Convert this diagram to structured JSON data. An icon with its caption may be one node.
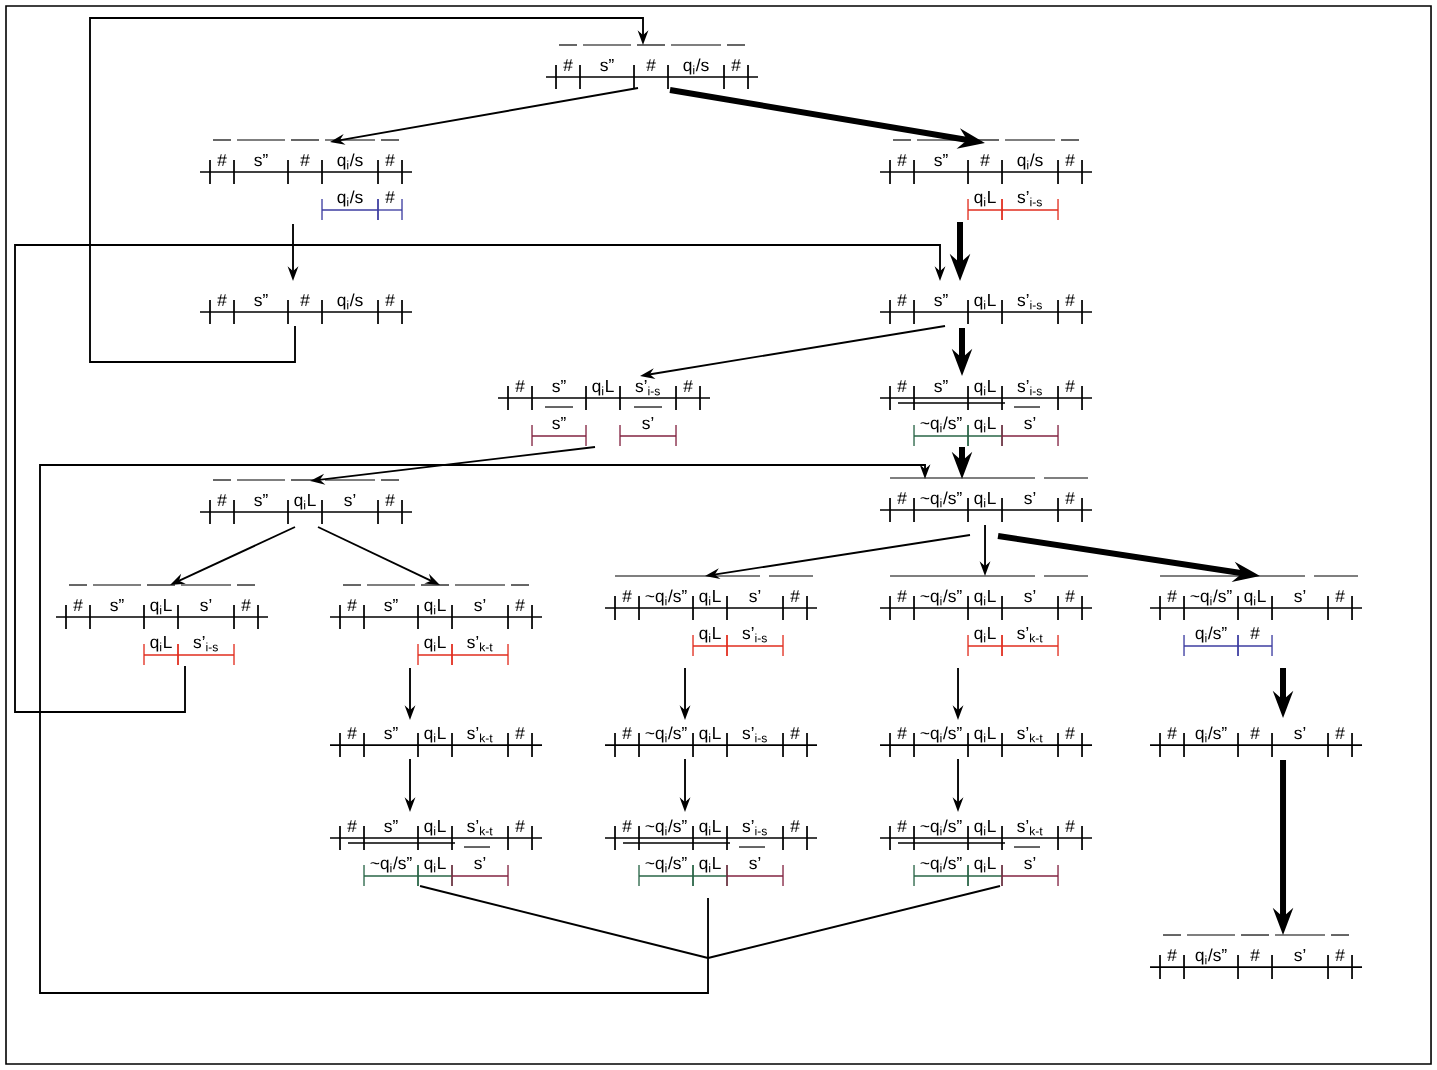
{
  "diagram": {
    "nodes": [
      {
        "text": [
          "#",
          "s”",
          "#",
          "q$_{i}$/s",
          "#"
        ]
      },
      {
        "text": [
          "#",
          "s”",
          "#",
          "q$_{i}$/s",
          "#",
          "q$_{i}$/s",
          "#"
        ]
      },
      {
        "text": [
          "#",
          "s”",
          "#",
          "q$_{i}$/s",
          "#",
          "q$_{i}$L",
          "s’$_{i-s}$"
        ]
      },
      {
        "text": [
          "#",
          "s”",
          "#",
          "q$_{i}$/s",
          "#"
        ]
      },
      {
        "text": [
          "#",
          "s”",
          "q$_{i}$L",
          "s’$_{i-s}$",
          "#"
        ]
      },
      {
        "text": [
          "#",
          "s”",
          "q$_{i}$L",
          "s’$_{i-s}$",
          "#",
          "s”",
          "s’"
        ]
      },
      {
        "text": [
          "#",
          "s”",
          "q$_{i}$L",
          "s’$_{i-s}$",
          "#",
          "~q$_{i}$/s”",
          "q$_{i}$L",
          "s’"
        ]
      },
      {
        "text": [
          "#",
          "~q$_{i}$/s”",
          "q$_{i}$L",
          "s’",
          "#"
        ]
      },
      {
        "text": [
          "#",
          "s”",
          "q$_{i}$L",
          "s’",
          "#"
        ]
      },
      {
        "text": [
          "#",
          "s”",
          "q$_{i}$L",
          "s’",
          "#",
          "q$_{i}$L",
          "s’$_{i-s}$"
        ]
      },
      {
        "text": [
          "#",
          "s”",
          "q$_{i}$L",
          "s’",
          "#",
          "q$_{i}$L",
          "s’$_{k-t}$"
        ]
      },
      {
        "text": [
          "#",
          "~q$_{i}$/s”",
          "q$_{i}$L",
          "s’",
          "#",
          "q$_{i}$L",
          "s’$_{i-s}$"
        ]
      },
      {
        "text": [
          "#",
          "~q$_{i}$/s”",
          "q$_{i}$L",
          "s’",
          "#",
          "q$_{i}$L",
          "s’$_{k-t}$"
        ]
      },
      {
        "text": [
          "#",
          "~q$_{i}$/s”",
          "q$_{i}$L",
          "s’",
          "#",
          "q$_{i}$/s”",
          "#"
        ]
      },
      {
        "text": [
          "#",
          "s”",
          "q$_{i}$L",
          "s’$_{k-t}$",
          "#"
        ]
      },
      {
        "text": [
          "#",
          "~q$_{i}$/s”",
          "q$_{i}$L",
          "s’$_{i-s}$",
          "#"
        ]
      },
      {
        "text": [
          "#",
          "~q$_{i}$/s”",
          "q$_{i}$L",
          "s’$_{k-t}$",
          "#"
        ]
      },
      {
        "text": [
          "#",
          "q$_{i}$/s”",
          "#",
          "s’",
          "#"
        ]
      },
      {
        "text": [
          "#",
          "s”",
          "q$_{i}$L",
          "s’$_{k-t}$",
          "#",
          "~q$_{i}$/s”",
          "q$_{i}$L",
          "s’"
        ]
      },
      {
        "text": [
          "#",
          "~q$_{i}$/s”",
          "q$_{i}$L",
          "s’$_{i-s}$",
          "#",
          "~q$_{i}$/s”",
          "q$_{i}$L",
          "s’"
        ]
      },
      {
        "text": [
          "#",
          "~q$_{i}$/s”",
          "q$_{i}$L",
          "s’$_{k-t}$",
          "#",
          "~q$_{i}$/s”",
          "q$_{i}$L",
          "s’"
        ]
      },
      {
        "text": [
          "#",
          "q$_{i}$/s”",
          "#",
          "s’",
          "#"
        ]
      }
    ],
    "edges": [
      {
        "from": 0,
        "to": 1,
        "arrow": "to"
      },
      {
        "from": 0,
        "to": 2,
        "arrow": "to",
        "style": "thick"
      },
      {
        "from": 1,
        "to": 3,
        "arrow": "to"
      },
      {
        "from": 2,
        "to": 4,
        "arrow": "to",
        "style": "thick"
      },
      {
        "from": 3,
        "to": 0,
        "arrow": "to"
      },
      {
        "from": 9,
        "to": 4,
        "arrow": "to"
      },
      {
        "from": 4,
        "to": 5,
        "arrow": "to"
      },
      {
        "from": 4,
        "to": 6,
        "arrow": "to",
        "style": "thick"
      },
      {
        "from": 5,
        "to": 8,
        "arrow": "to"
      },
      {
        "from": 6,
        "to": 7,
        "arrow": "to",
        "style": "thick"
      },
      {
        "from": 18,
        "to": 7,
        "arrow": "to"
      },
      {
        "from": 19,
        "to": 7,
        "arrow": "to"
      },
      {
        "from": 20,
        "to": 7,
        "arrow": "to"
      },
      {
        "from": 8,
        "to": 9,
        "arrow": "to"
      },
      {
        "from": 8,
        "to": 10,
        "arrow": "to"
      },
      {
        "from": 7,
        "to": 11,
        "arrow": "to"
      },
      {
        "from": 7,
        "to": 12,
        "arrow": "to"
      },
      {
        "from": 7,
        "to": 13,
        "arrow": "to",
        "style": "thick"
      },
      {
        "from": 10,
        "to": 14,
        "arrow": "to"
      },
      {
        "from": 14,
        "to": 18,
        "arrow": "to"
      },
      {
        "from": 11,
        "to": 15,
        "arrow": "to"
      },
      {
        "from": 15,
        "to": 19,
        "arrow": "to"
      },
      {
        "from": 12,
        "to": 16,
        "arrow": "to"
      },
      {
        "from": 16,
        "to": 20,
        "arrow": "to"
      },
      {
        "from": 13,
        "to": 17,
        "arrow": "to",
        "style": "thick"
      },
      {
        "from": 17,
        "to": 21,
        "arrow": "to",
        "style": "thick"
      }
    ]
  }
}
